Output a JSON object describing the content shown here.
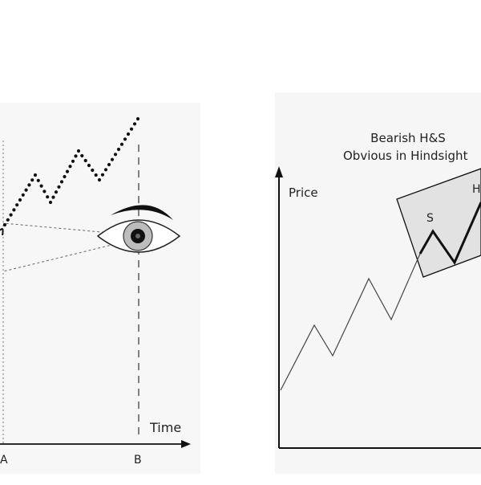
{
  "left_panel": {
    "x_axis_label": "Time",
    "tick_a": "A",
    "tick_b": "B"
  },
  "right_panel": {
    "title_line1": "Bearish H&S",
    "title_line2": "Obvious in Hindsight",
    "y_axis_label": "Price",
    "shoulder_label": "S",
    "head_label": "H",
    "highlight_color": "#e2e2e2"
  }
}
